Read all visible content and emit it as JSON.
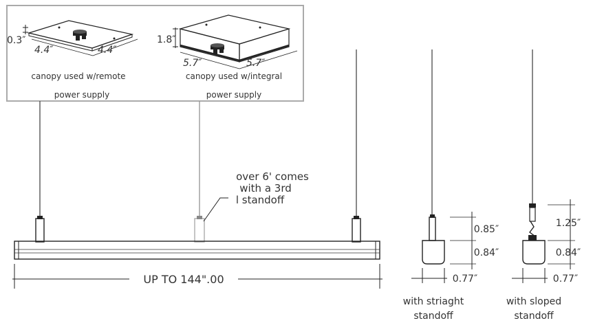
{
  "canopies": {
    "remote": {
      "height": "0.3″",
      "width_a": "4.4″",
      "width_b": "4.4″",
      "caption_line1": "canopy used w/remote",
      "caption_line2": "power supply"
    },
    "integral": {
      "height": "1.8″",
      "width_a": "5.7″",
      "width_b": "5.7″",
      "caption_line1": "canopy used w/integral",
      "caption_line2": "power supply"
    }
  },
  "main": {
    "note_line1": "over 6' comes",
    "note_line2": "with a 3rd",
    "note_line3": "l standoff",
    "length_label": "UP TO 144\".00"
  },
  "straight_standoff": {
    "dim_top": "0.85″",
    "dim_mid": "0.84″",
    "dim_width": "0.77″",
    "caption_line1": "with striaght",
    "caption_line2": "standoff"
  },
  "sloped_standoff": {
    "dim_top": "1.25″",
    "dim_mid": "0.84″",
    "dim_width": "0.77″",
    "caption_line1": "with sloped",
    "caption_line2": "standoff"
  }
}
